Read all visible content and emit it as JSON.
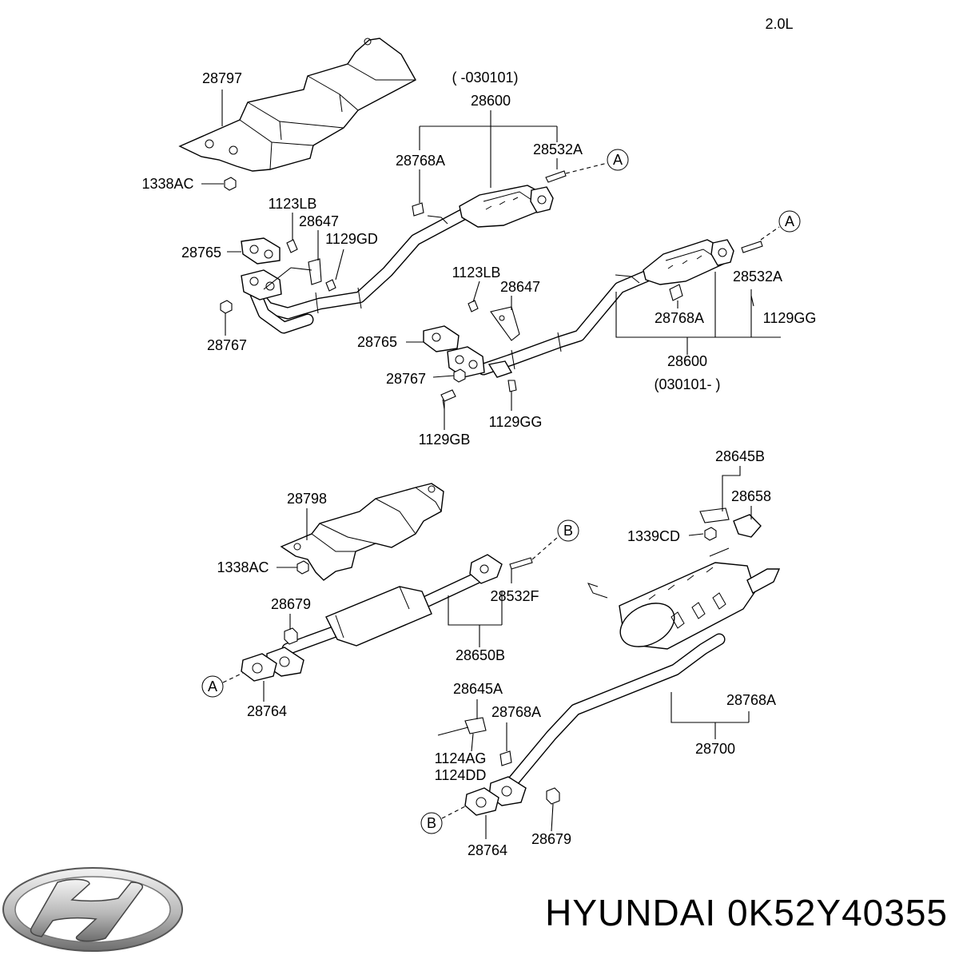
{
  "header": {
    "engine": "2.0L"
  },
  "labels": {
    "heat_shield_front": "28797",
    "nut_upper": "1338AC",
    "range_early": "( -030101)",
    "front_pipe_early": "28600",
    "gasket_early": "28768A",
    "stud_early": "28532A",
    "bolt_1123lb_early": "1123LB",
    "bracket_28647_early": "28647",
    "bolt_1129gd": "1129GD",
    "gasket_28765_early": "28765",
    "nut_28767_early": "28767",
    "stud_late": "28532A",
    "bolt_1123lb_late": "1123LB",
    "bracket_28647_late": "28647",
    "gasket_28768a_late": "28768A",
    "bolt_1129gg_right": "1129GG",
    "gasket_28765_late": "28765",
    "front_pipe_late": "28600",
    "range_late": "(030101- )",
    "nut_28767_late": "28767",
    "bolt_1129gg_bottom": "1129GG",
    "bolt_1129gb": "1129GB",
    "hanger_28645b": "28645B",
    "hanger_28658": "28658",
    "nut_1339cd": "1339CD",
    "heat_shield_center": "28798",
    "nut_lower": "1338AC",
    "nut_28679_upper": "28679",
    "stud_28532f": "28532F",
    "center_muffler": "28650B",
    "gasket_28764_upper": "28764",
    "hanger_28645a": "28645A",
    "gasket_28768a_lower": "28768A",
    "gasket_28768a_rear": "28768A",
    "bolt_1124ag": "1124AG",
    "bolt_1124dd": "1124DD",
    "main_muffler": "28700",
    "gasket_28764_lower": "28764",
    "nut_28679_lower": "28679"
  },
  "connectors": {
    "a1": "A",
    "a2": "A",
    "a3": "A",
    "b1": "B",
    "b2": "B"
  },
  "branding": {
    "caption": "HYUNDAI 0K52Y40355",
    "logo_icon": "hyundai-logo-icon"
  }
}
